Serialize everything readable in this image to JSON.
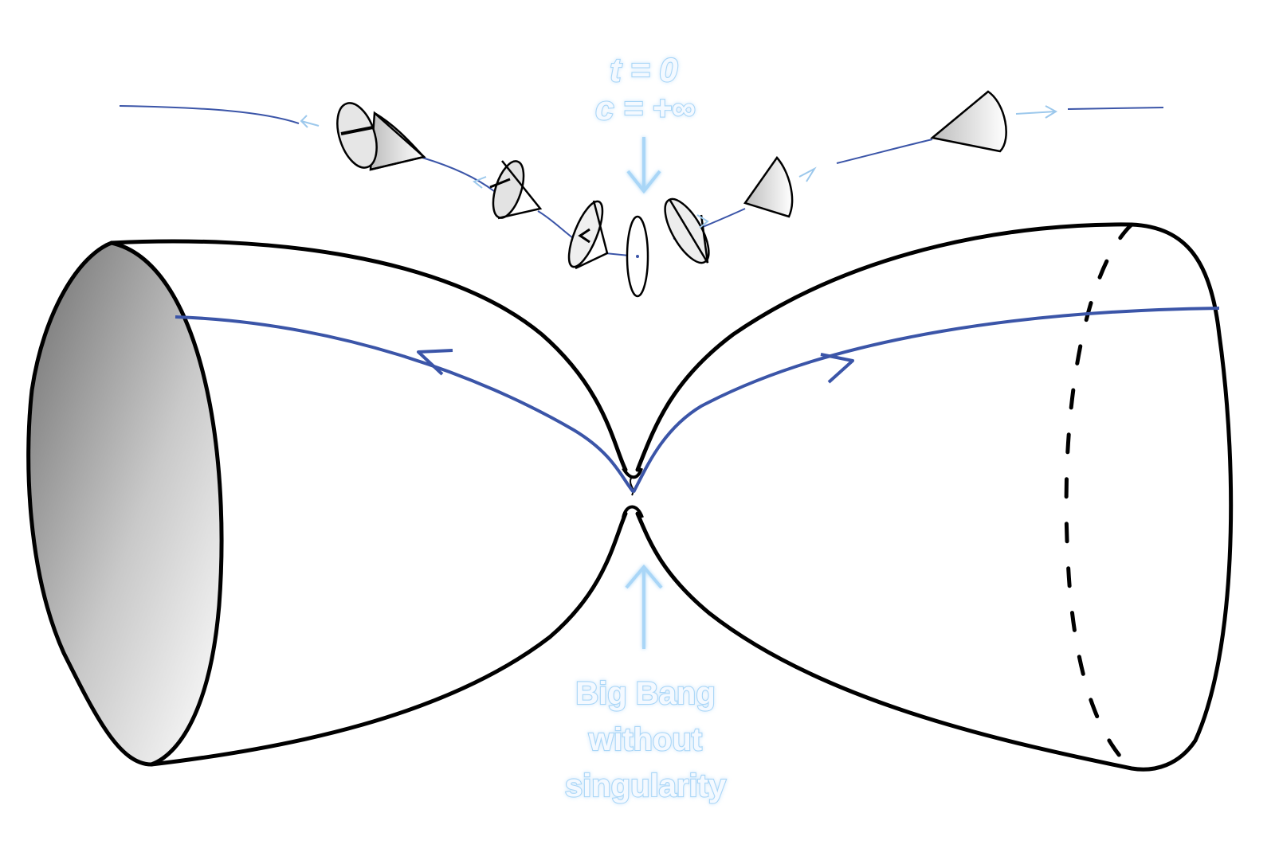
{
  "labels": {
    "top_line1": "t = 0",
    "top_line2": "c = +∞",
    "bottom_line1": "Big Bang",
    "bottom_line2": "without",
    "bottom_line3": "singularity"
  },
  "colors": {
    "outline": "#000000",
    "worldline": "#3b55a8",
    "label_glow": "#a9d6f7",
    "label_fill": "#f4f9ff",
    "arrow": "#a9d6f7"
  }
}
